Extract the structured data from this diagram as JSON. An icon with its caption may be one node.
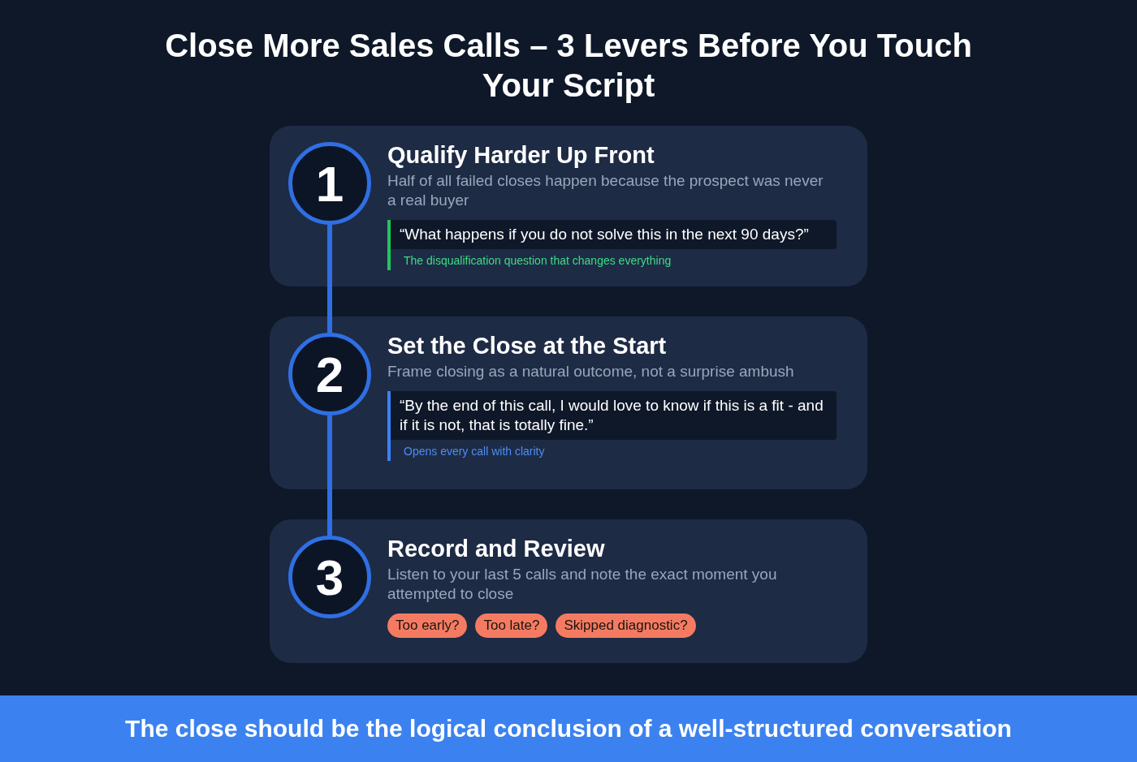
{
  "diagram": {
    "title": "Close More Sales Calls – 3 Levers Before You Touch Your Script",
    "caption": "The close should be the logical conclusion of a well-structured conversation",
    "nodes": [
      {
        "text": [
          "1"
        ],
        "in": 1
      },
      {
        "text": [
          "Qualify Harder Up Front",
          "Half of all failed closes happen because the prospect was never a real buyer"
        ]
      },
      {
        "text": [
          "“What happens if you do not solve this in the next 90 days?”"
        ],
        "in": 1,
        "beside": [
          "The disqualification question that changes everything"
        ]
      },
      {
        "text": [
          "2"
        ],
        "in": 4
      },
      {
        "text": [
          "Set the Close at the Start",
          "Frame closing as a natural outcome, not a surprise ambush"
        ]
      },
      {
        "text": [
          "“By the end of this call, I would love to know if this is a fit - and if it is not, that is totally fine.”"
        ],
        "in": 4,
        "beside": [
          "Opens every call with clarity"
        ]
      },
      {
        "text": [
          "3"
        ],
        "in": 7
      },
      {
        "text": [
          "Record and Review",
          "Listen to your last 5 calls and note the exact moment you attempted to close"
        ]
      },
      {
        "text": [
          "Too early?"
        ],
        "in": 7
      },
      {
        "text": [
          "Too late?"
        ],
        "in": 7
      },
      {
        "text": [
          "Skipped diagnostic?"
        ],
        "in": 7
      }
    ],
    "edges": [
      {
        "from": 0,
        "to": 3,
        "arrow": "none"
      },
      {
        "from": 3,
        "to": 6,
        "arrow": "none"
      }
    ]
  }
}
